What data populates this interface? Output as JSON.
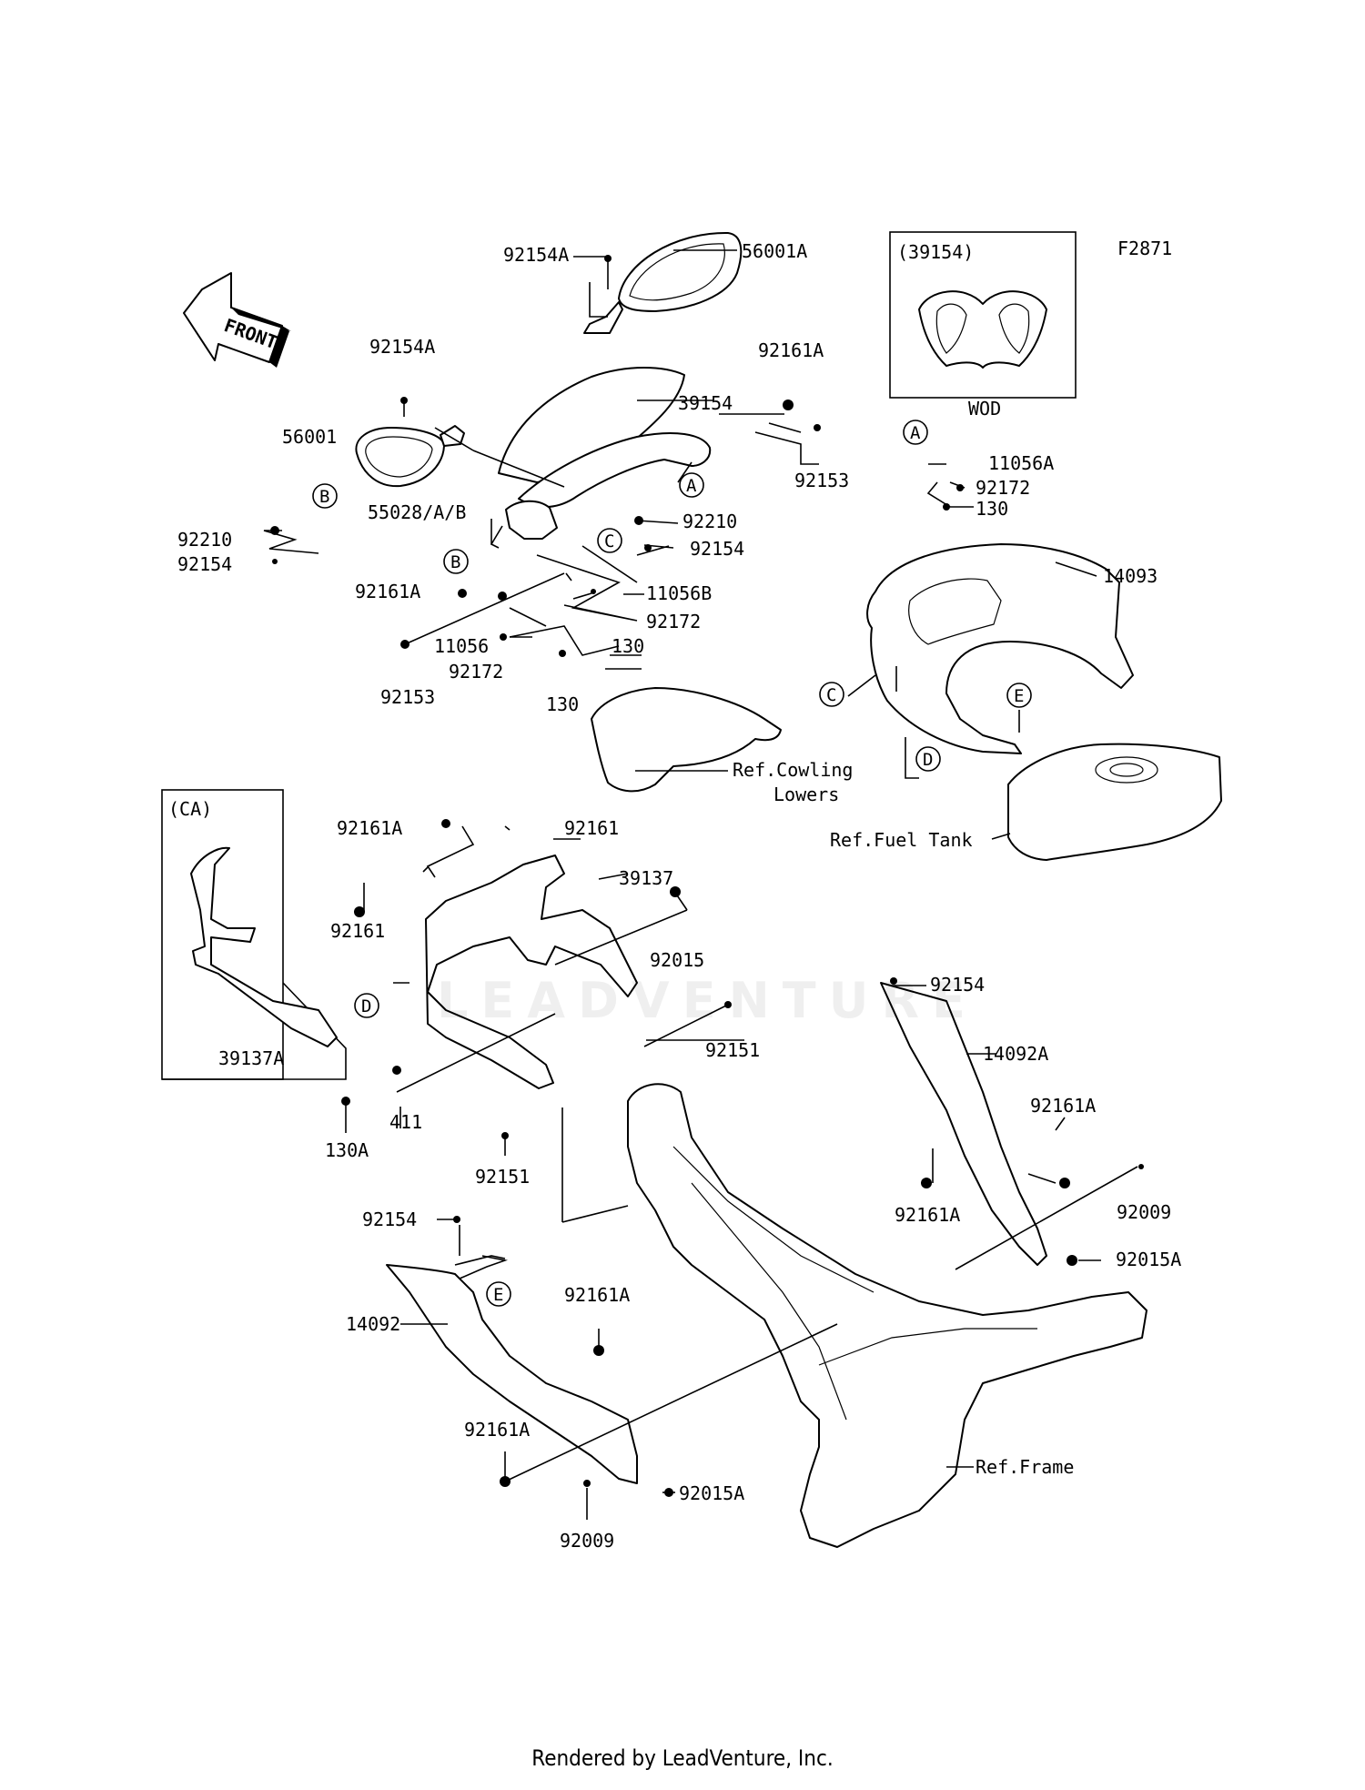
{
  "figure_code": "F2871",
  "front_arrow_label": "FRONT",
  "inset_wod": {
    "title": "(39154)",
    "caption": "WOD"
  },
  "inset_ca": {
    "title": "(CA)",
    "part": "39137A"
  },
  "footer": "Rendered by LeadVenture, Inc.",
  "watermark": "LEADVENTURE",
  "labels": {
    "l_92154A_top": "92154A",
    "l_56001A": "56001A",
    "l_92154A_left": "92154A",
    "l_39154": "39154",
    "l_92161A_top": "92161A",
    "l_56001": "56001",
    "l_92153_right": "92153",
    "l_55028": "55028/A/B",
    "l_92210_right": "92210",
    "l_92154_mid": "92154",
    "l_92210_left": "92210",
    "l_92154_left": "92154",
    "l_92161A_mid": "92161A",
    "l_11056B": "11056B",
    "l_92172_b": "92172",
    "l_11056": "11056",
    "l_130_b": "130",
    "l_92172_a": "92172",
    "l_92153_left": "92153",
    "l_130_a": "130",
    "l_11056A": "11056A",
    "l_92172_r": "92172",
    "l_130_r": "130",
    "l_14093": "14093",
    "l_ref_cowl1": "Ref.Cowling",
    "l_ref_cowl2": "Lowers",
    "l_ref_tank": "Ref.Fuel Tank",
    "l_92161A_bk": "92161A",
    "l_92161_bk": "92161",
    "l_39137": "39137",
    "l_92161_left": "92161",
    "l_92015": "92015",
    "l_92151_a": "92151",
    "l_92154_r": "92154",
    "l_14092A": "14092A",
    "l_92161A_r1": "92161A",
    "l_92161A_r2": "92161A",
    "l_92009_r": "92009",
    "l_92015A_r": "92015A",
    "l_130A": "130A",
    "l_411": "411",
    "l_92151_b": "92151",
    "l_92154_bl": "92154",
    "l_14092": "14092",
    "l_92161A_c": "92161A",
    "l_92161A_bl": "92161A",
    "l_92009_b": "92009",
    "l_92015A_b": "92015A",
    "l_ref_frame": "Ref.Frame"
  },
  "callouts": {
    "A1": "A",
    "A2": "A",
    "B1": "B",
    "B2": "B",
    "C1": "C",
    "C2": "C",
    "D1": "D",
    "D2": "D",
    "E1": "E",
    "E2": "E"
  }
}
